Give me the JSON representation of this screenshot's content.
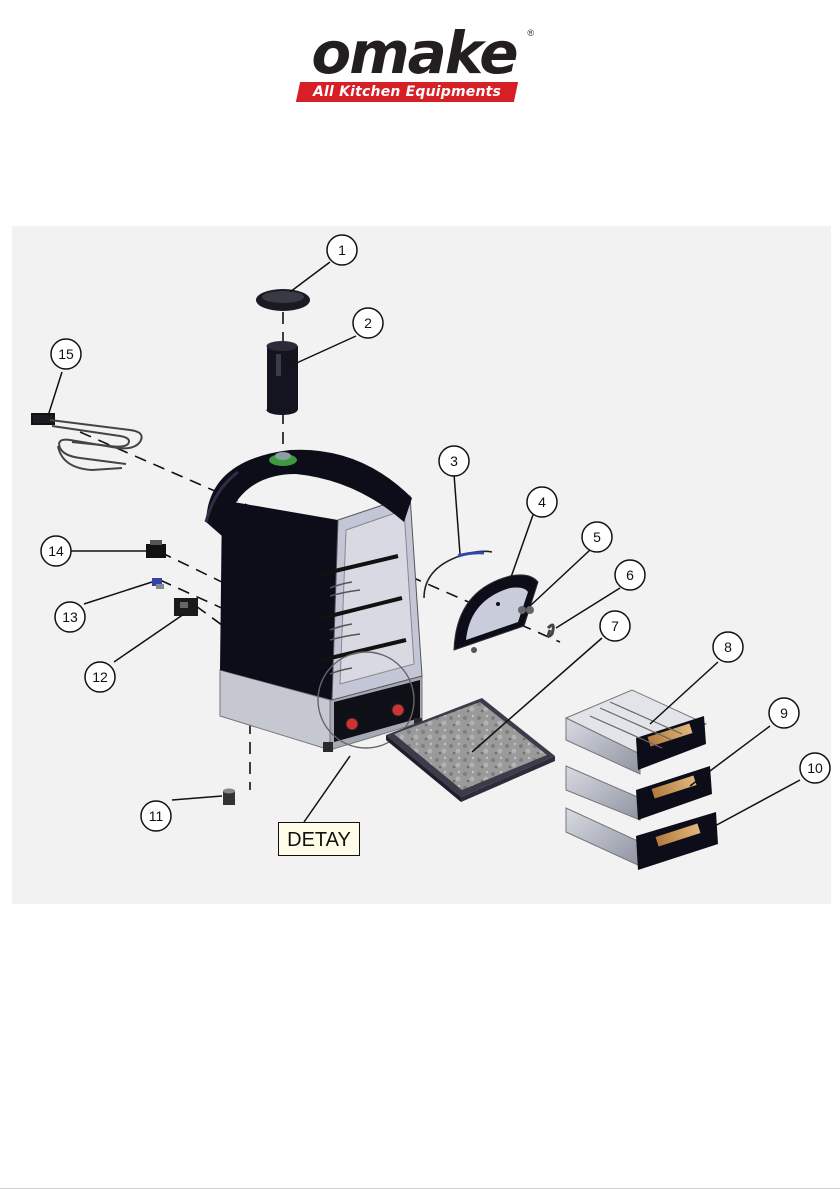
{
  "logo": {
    "brand": "omake",
    "registered": "®",
    "tagline": "All Kitchen Equipments"
  },
  "callouts": [
    "1",
    "2",
    "3",
    "4",
    "5",
    "6",
    "7",
    "8",
    "9",
    "10",
    "11",
    "12",
    "13",
    "14",
    "15"
  ],
  "detail_label": "DETAY",
  "colors": {
    "brand_red": "#d71f26",
    "cabinet": "#0d0d1a",
    "stainless": "#b9bcc6",
    "panel_bg": "#f2f2f2"
  }
}
